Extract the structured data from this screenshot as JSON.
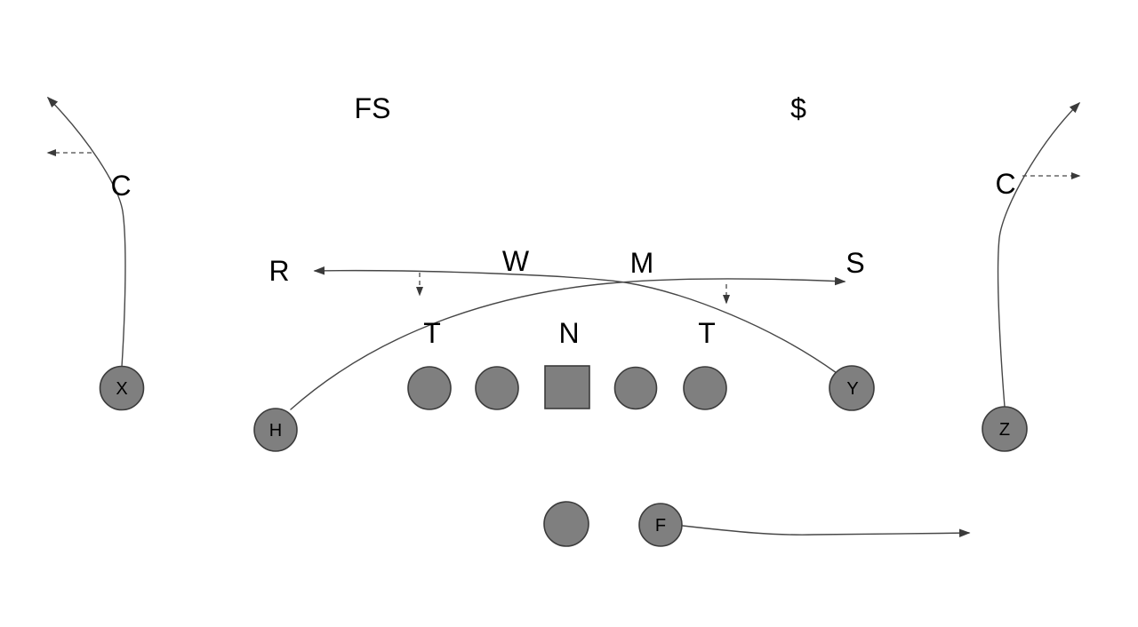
{
  "colors": {
    "background": "#ffffff",
    "node_fill": "#7f7f7f",
    "node_stroke": "#3b3b3b",
    "line": "#474747",
    "arrowhead": "#3a3a3a",
    "text": "#000000"
  },
  "defense": {
    "free_safety": "FS",
    "money_safety": "$",
    "corner_left": "C",
    "corner_right": "C",
    "rover": "R",
    "will": "W",
    "mike": "M",
    "sam": "S",
    "tackle_left": "T",
    "nose": "N",
    "tackle_right": "T"
  },
  "offense": {
    "x_receiver": "X",
    "h_back": "H",
    "y_receiver": "Y",
    "z_receiver": "Z",
    "f_back": "F"
  }
}
